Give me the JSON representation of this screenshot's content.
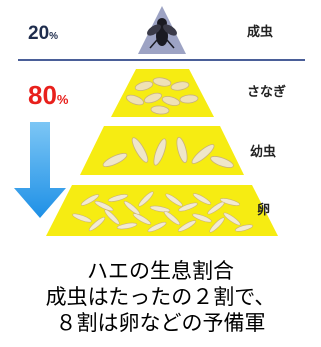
{
  "diagram": {
    "adult_percent": "20",
    "immature_percent": "80",
    "percent_sign": "%",
    "stages": {
      "adult": "成虫",
      "pupa": "さなぎ",
      "larva": "幼虫",
      "egg": "卵"
    },
    "colors": {
      "pyramid_yellow": "#f6ec12",
      "apex": "#9da3c4",
      "divider": "#4a5e98",
      "arrow": "#1e90e6",
      "red_percent": "#e8201c"
    }
  },
  "caption": {
    "line1": "ハエの生息割合",
    "line2": "成虫はたったの２割で、",
    "line3": "８割は卵などの予備軍"
  }
}
